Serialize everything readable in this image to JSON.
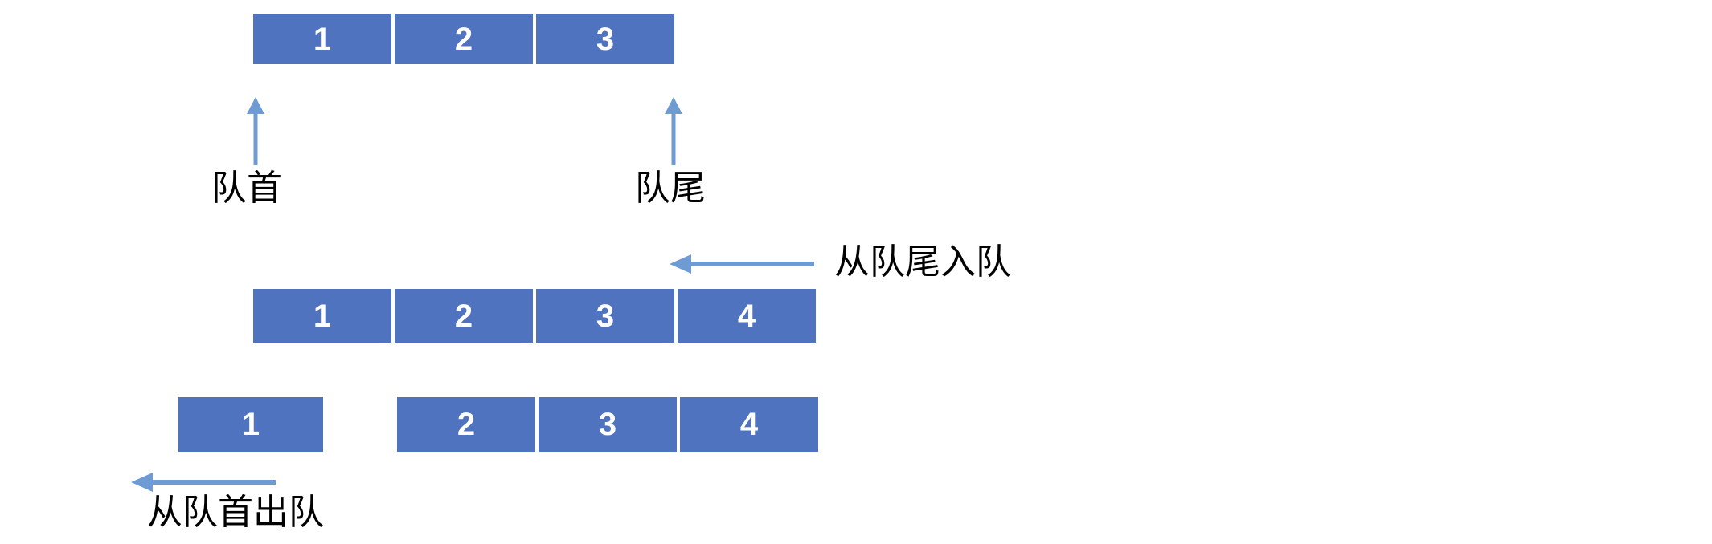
{
  "diagram": {
    "title": "queue-operations",
    "colors": {
      "cell_fill": "#4f73be",
      "cell_text": "#ffffff",
      "arrow": "#6e9bd3",
      "label_text": "#000000",
      "background": "#ffffff"
    },
    "rows": [
      {
        "name": "initial-queue",
        "cells": [
          "1",
          "2",
          "3"
        ]
      },
      {
        "name": "after-enqueue",
        "cells": [
          "1",
          "2",
          "3",
          "4"
        ]
      },
      {
        "name": "after-dequeue",
        "detached_cell": "1",
        "cells": [
          "2",
          "3",
          "4"
        ]
      }
    ],
    "labels": {
      "front": "队首",
      "rear": "队尾",
      "enqueue": "从队尾入队",
      "dequeue": "从队首出队"
    },
    "arrows": {
      "front_pointer": "arrow-up",
      "rear_pointer": "arrow-up",
      "enqueue_direction": "arrow-left",
      "dequeue_direction": "arrow-left"
    }
  }
}
